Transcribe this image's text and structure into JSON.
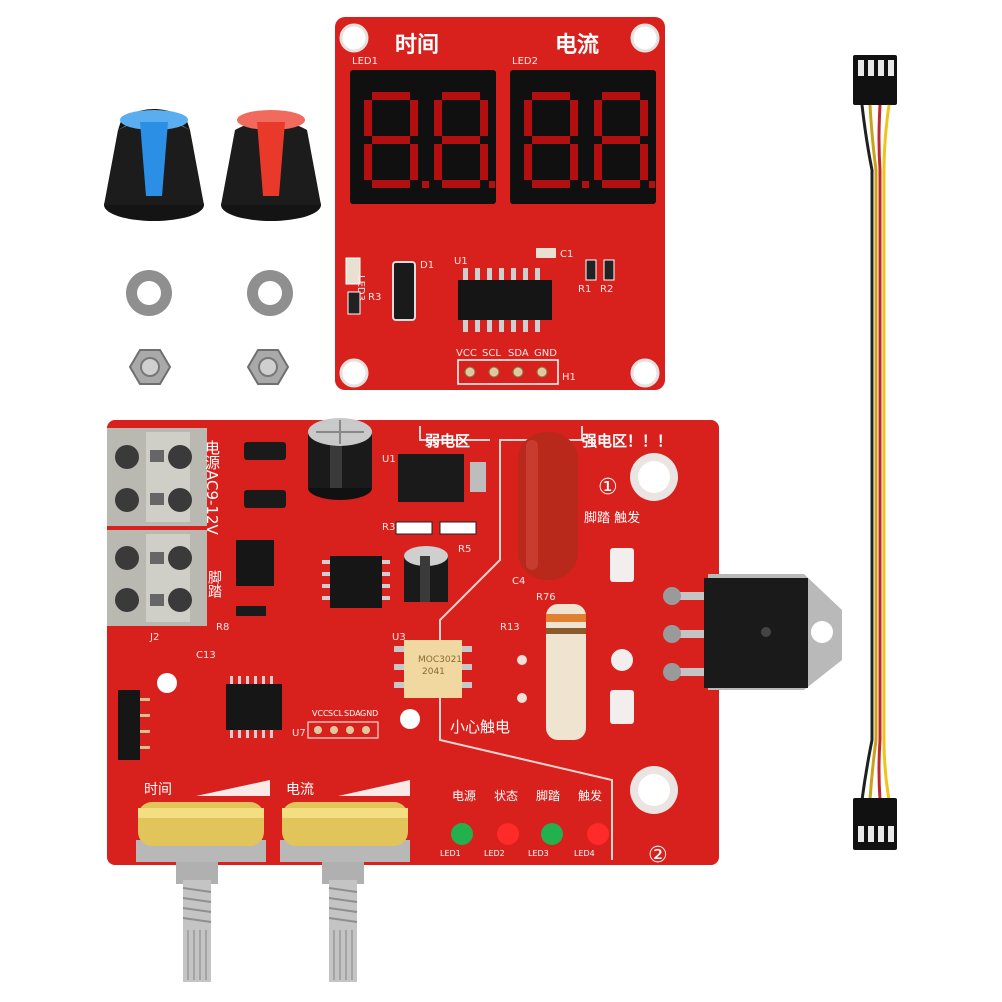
{
  "display_board": {
    "labels": {
      "time": "时间",
      "current": "电流",
      "led1": "LED1",
      "led2": "LED2",
      "u1": "U1",
      "c1": "C1",
      "r1": "R1",
      "r2": "R2",
      "r3": "R3",
      "d1": "D1",
      "led3": "LED3",
      "pins": [
        "VCC",
        "SCL",
        "SDA",
        "GND"
      ],
      "h1": "H1"
    }
  },
  "main_board": {
    "labels": {
      "weak_zone": "弱电区",
      "strong_zone": "强电区！！！",
      "power_supply": "电源AC9-12V",
      "pedal_trigger": "脚踏 触发",
      "pedal": "脚踏",
      "marker_1": "①",
      "marker_2": "②",
      "careful_shock": "小心触电",
      "u1": "U1",
      "u3": "U3",
      "u7": "U7",
      "j2": "J2",
      "c4": "C4",
      "c13": "C13",
      "r76": "R76",
      "r13": "R13",
      "r3": "R3",
      "r5": "R5",
      "r8": "R8",
      "j5_pins": [
        "VCC",
        "SCL",
        "SDA",
        "GND"
      ],
      "time_pot": "时间",
      "current_pot": "电流",
      "status_labels": [
        "电源",
        "状态",
        "脚踏",
        "触发"
      ],
      "status_leds": [
        "LED1",
        "LED2",
        "LED3",
        "LED4"
      ],
      "optocoupler_text": [
        "MOC3021",
        "2041"
      ]
    },
    "status_led_colors": [
      "#22b14c",
      "#ff2a2a",
      "#22b14c",
      "#ff2a2a"
    ]
  },
  "accessories": {
    "knobs": [
      {
        "cap_color": "#2b8fe6"
      },
      {
        "cap_color": "#e8392b"
      }
    ],
    "cable_wire_colors": [
      "#202020",
      "#c9a21a",
      "#c0272d",
      "#f0c419"
    ]
  },
  "colors": {
    "pcb": "#d8201c",
    "pcb_dark": "#b3100f",
    "display_digit": "#b30f10"
  }
}
